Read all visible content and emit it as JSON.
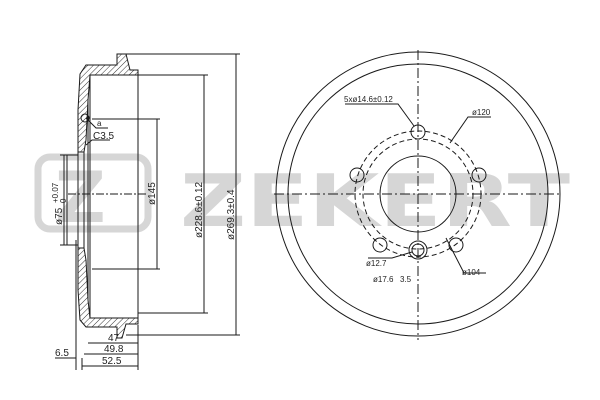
{
  "watermark": {
    "brand": "ZEKERT",
    "logo_letter": "Z",
    "color": "#d6d6d6"
  },
  "side_view": {
    "dimensions": {
      "inner_bore": "ø75",
      "inner_bore_tol_upper": "+0.07",
      "inner_bore_tol_lower": "0",
      "hub_diameter": "ø145",
      "drum_inner_diameter": "ø228.6±0.12",
      "drum_outer_diameter": "ø269.3±0.4",
      "chamfer": "C3.5",
      "detail_mark": "a",
      "depth_47": "47",
      "depth_49_8": "49.8",
      "depth_52_5": "52.5",
      "flange_thickness": "6.5"
    }
  },
  "front_view": {
    "dimensions": {
      "bolt_holes": "5xø14.6±0.12",
      "pcd_outer": "ø120",
      "pcd_inner": "ø104",
      "small_hole": "ø12.7",
      "counterbore": "ø17.6",
      "counterbore_depth": "3.5"
    }
  },
  "colors": {
    "line": "#1a1a1a",
    "hatch": "#333333",
    "background": "#ffffff"
  }
}
